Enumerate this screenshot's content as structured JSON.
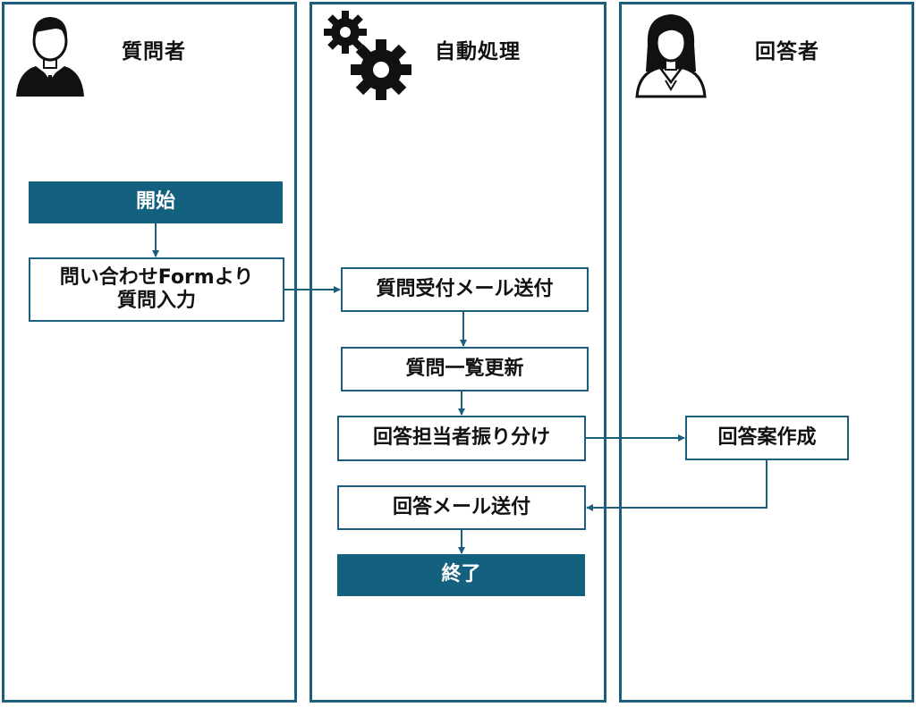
{
  "lanes": [
    {
      "title": "質問者",
      "icon": "businessman-icon"
    },
    {
      "title": "自動処理",
      "icon": "gears-icon"
    },
    {
      "title": "回答者",
      "icon": "businesswoman-icon"
    }
  ],
  "nodes": {
    "start": "開始",
    "form_input_line1": "問い合わせFormより",
    "form_input_line2": "質問入力",
    "receipt_mail": "質問受付メール送付",
    "list_update": "質問一覧更新",
    "assign": "回答担当者振り分け",
    "draft_answer": "回答案作成",
    "answer_mail": "回答メール送付",
    "end": "終了"
  },
  "colors": {
    "accent": "#1b5e7e",
    "filled_box": "#14607f",
    "text": "#111111"
  }
}
